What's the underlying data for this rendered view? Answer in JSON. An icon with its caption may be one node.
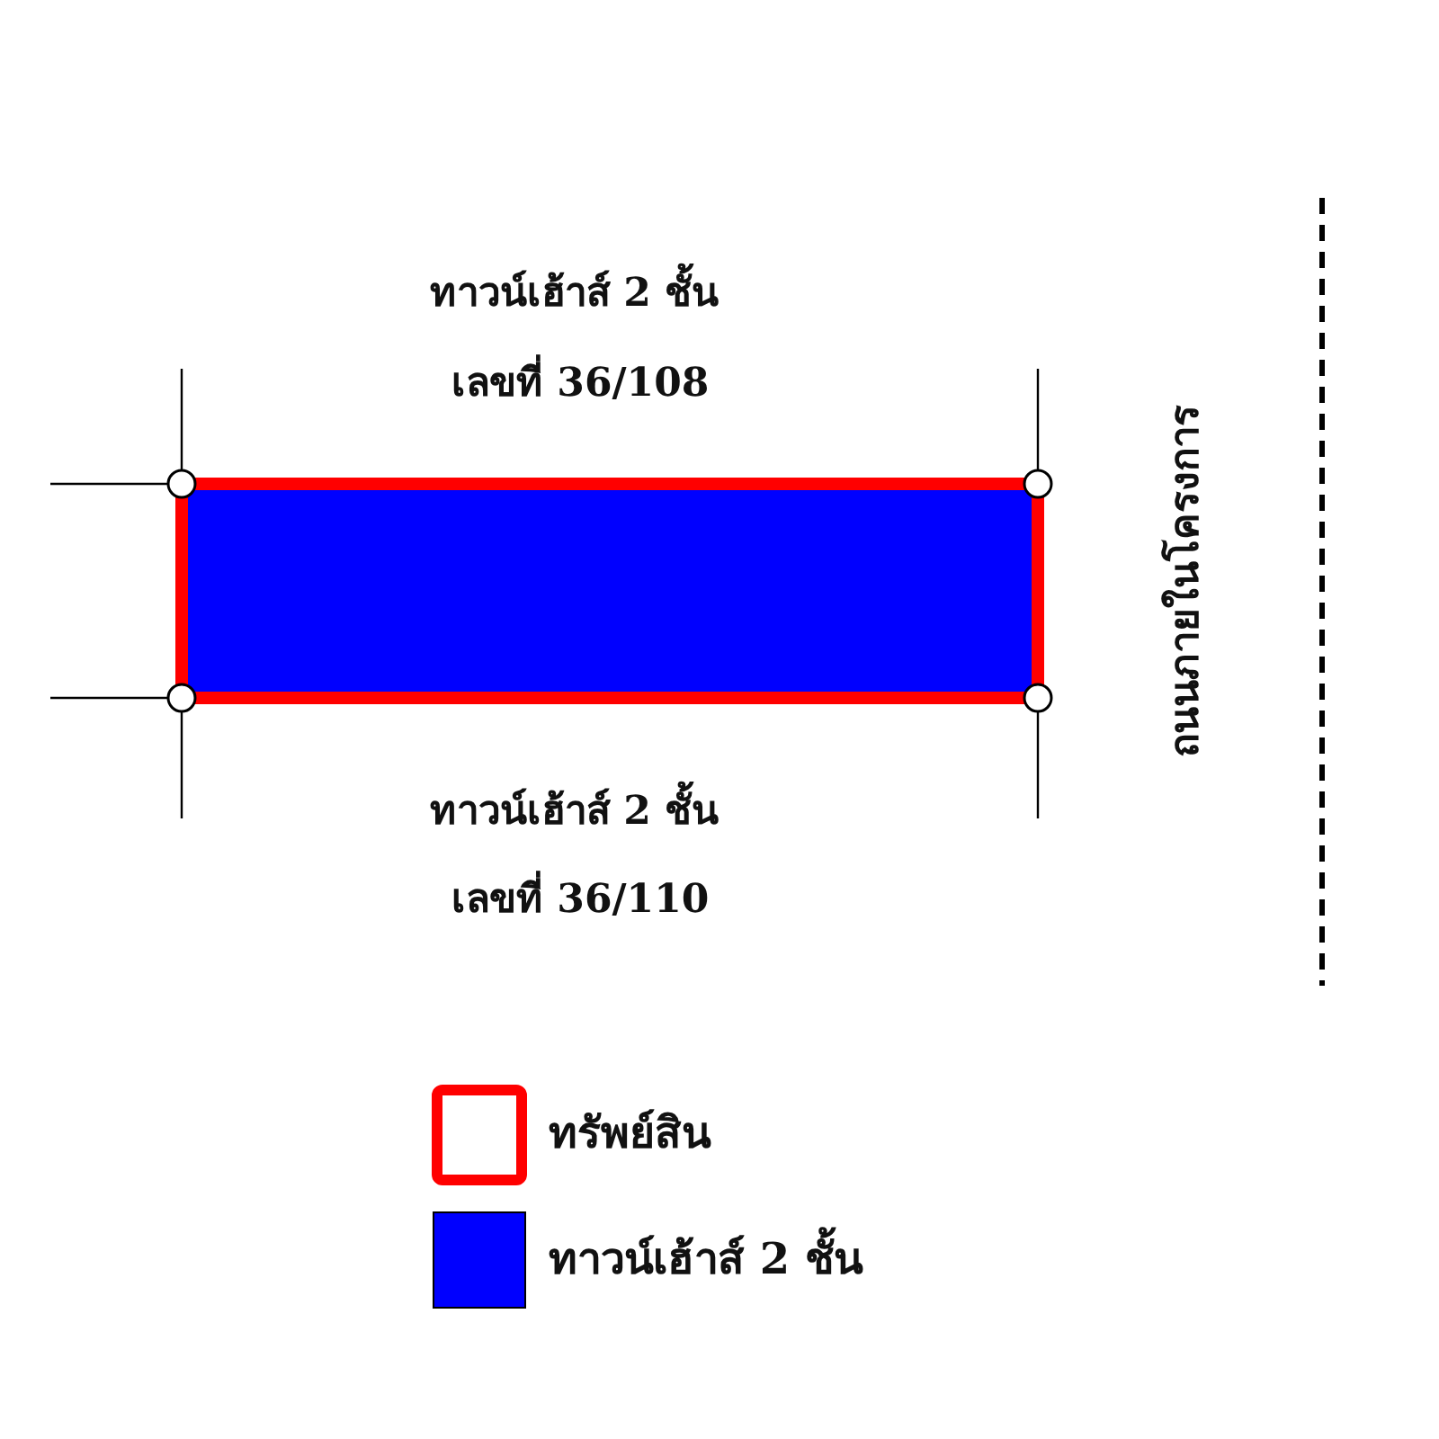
{
  "diagram": {
    "labels": [
      "ทาวน์เฮ้าส์ 2 ชั้น",
      "เลขที่ 36/108",
      "ทาวน์เฮ้าส์ 2 ชั้น",
      "เลขที่ 36/110",
      "ถนนภายในโครงการ"
    ],
    "legend": [
      {
        "text": "ทรัพย์สิน"
      },
      {
        "text": "ทาวน์เฮ้าส์ 2 ชั้น",
        "color": "#0000ff"
      }
    ]
  }
}
